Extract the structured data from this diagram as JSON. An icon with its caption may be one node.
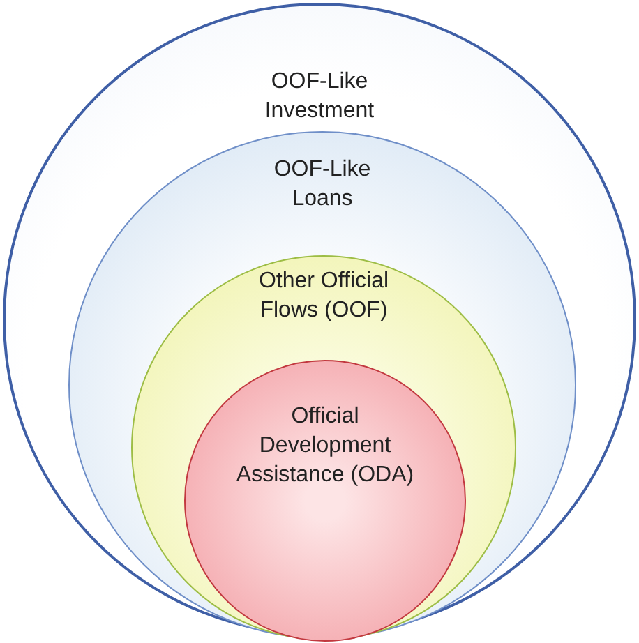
{
  "diagram": {
    "nodes": [
      {
        "text": [
          "OOF-Like Investment"
        ]
      },
      {
        "text": [
          "OOF-Like Loans"
        ],
        "in": 0
      },
      {
        "text": [
          "Other Official Flows (OOF)"
        ],
        "in": 1
      },
      {
        "text": [
          "Official Development Assistance (ODA)"
        ],
        "in": 2
      }
    ]
  }
}
